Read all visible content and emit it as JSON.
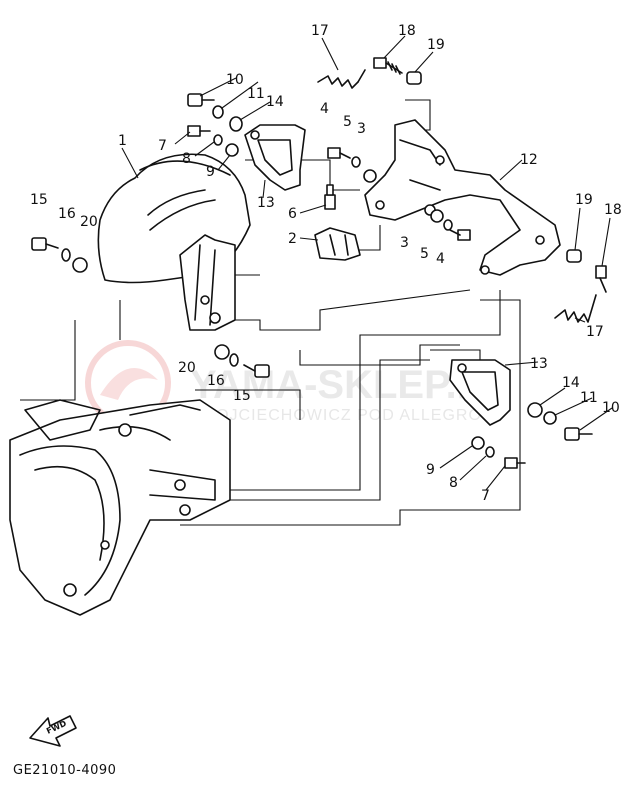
{
  "diagram": {
    "callouts": [
      {
        "id": "c1",
        "label": "1"
      },
      {
        "id": "c2",
        "label": "2"
      },
      {
        "id": "c3a",
        "label": "3"
      },
      {
        "id": "c3b",
        "label": "3"
      },
      {
        "id": "c4a",
        "label": "4"
      },
      {
        "id": "c4b",
        "label": "4"
      },
      {
        "id": "c5a",
        "label": "5"
      },
      {
        "id": "c5b",
        "label": "5"
      },
      {
        "id": "c6",
        "label": "6"
      },
      {
        "id": "c7a",
        "label": "7"
      },
      {
        "id": "c7b",
        "label": "7"
      },
      {
        "id": "c8a",
        "label": "8"
      },
      {
        "id": "c8b",
        "label": "8"
      },
      {
        "id": "c9a",
        "label": "9"
      },
      {
        "id": "c9b",
        "label": "9"
      },
      {
        "id": "c10a",
        "label": "10"
      },
      {
        "id": "c10b",
        "label": "10"
      },
      {
        "id": "c11a",
        "label": "11"
      },
      {
        "id": "c11b",
        "label": "11"
      },
      {
        "id": "c12",
        "label": "12"
      },
      {
        "id": "c13a",
        "label": "13"
      },
      {
        "id": "c13b",
        "label": "13"
      },
      {
        "id": "c14a",
        "label": "14"
      },
      {
        "id": "c14b",
        "label": "14"
      },
      {
        "id": "c15a",
        "label": "15"
      },
      {
        "id": "c15b",
        "label": "15"
      },
      {
        "id": "c16a",
        "label": "16"
      },
      {
        "id": "c16b",
        "label": "16"
      },
      {
        "id": "c17a",
        "label": "17"
      },
      {
        "id": "c17b",
        "label": "17"
      },
      {
        "id": "c18a",
        "label": "18"
      },
      {
        "id": "c18b",
        "label": "18"
      },
      {
        "id": "c19a",
        "label": "19"
      },
      {
        "id": "c19b",
        "label": "19"
      },
      {
        "id": "c20a",
        "label": "20"
      },
      {
        "id": "c20b",
        "label": "20"
      }
    ],
    "fwd_label": "FWD",
    "drawing_code": "GE21010-4090"
  },
  "watermark": {
    "line1": "YAMA-SKLEP.PL",
    "line2": "WOJCIECHOWICZ POD ALLEGRO"
  },
  "colors": {
    "ink": "#111111",
    "watermark": "#d8d8d8",
    "watermark_logo": "#e06060"
  }
}
